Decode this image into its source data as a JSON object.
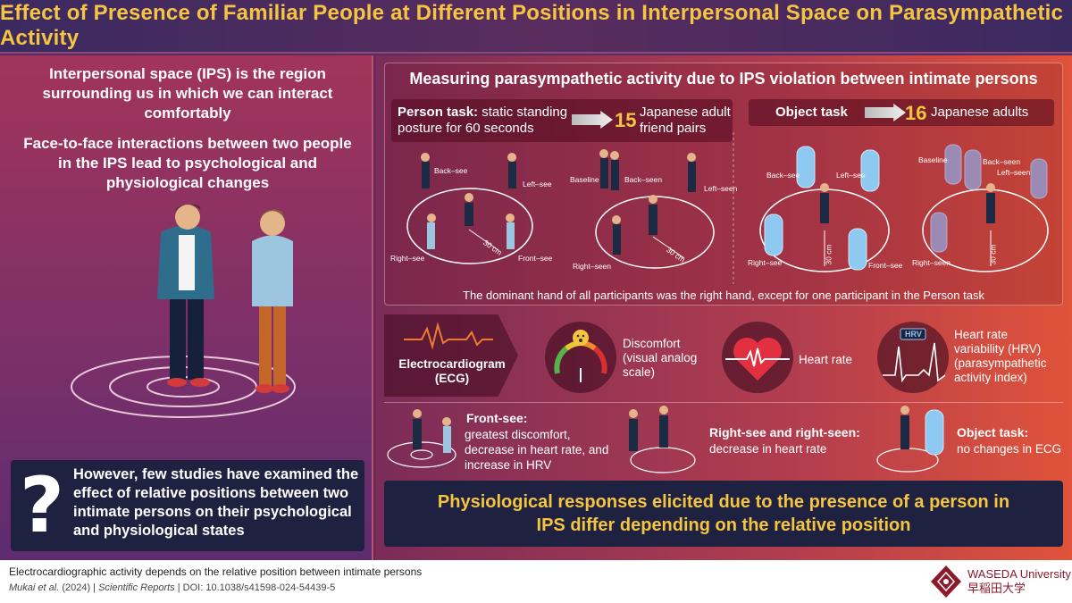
{
  "header": {
    "title": "Effect of Presence of Familiar People at Different Positions in Interpersonal Space on Parasympathetic Activity"
  },
  "left": {
    "intro_1": "Interpersonal space (IPS) is the region surrounding us in which we can interact comfortably",
    "intro_2": "Face-to-face interactions between two people in the IPS lead to psychological and physiological changes",
    "question_mark": "?",
    "question_text": "However, few studies have examined the effect of relative positions between two intimate persons on their psychological and physiological states"
  },
  "measurement": {
    "title": "Measuring parasympathetic activity due to IPS violation between intimate persons",
    "person_task_label": "Person task:",
    "person_task_desc": "static standing posture for 60 seconds",
    "person_count": "15",
    "person_participants": "Japanese adult friend pairs",
    "object_task_label": "Object task",
    "object_count": "16",
    "object_participants": "Japanese adults",
    "note": "The dominant hand of all participants was the right hand, except for one participant in the Person task",
    "diagram_labels": {
      "back_see": "Back–see",
      "left_see": "Left–see",
      "right_see": "Right–see",
      "front_see": "Front–see",
      "baseline": "Baseline",
      "back_seen": "Back–seen",
      "left_seen": "Left–seen",
      "right_seen": "Right–seen",
      "distance": "30 cm"
    }
  },
  "measures": {
    "ecg_label": "Electrocardiogram (ECG)",
    "discomfort": "Discomfort (visual analog scale)",
    "heart_rate": "Heart rate",
    "hrv_badge": "HRV",
    "hrv": "Heart rate variability (HRV) (parasympathetic activity index)"
  },
  "results": {
    "front_see_title": "Front-see:",
    "front_see_text": "greatest discomfort, decrease in heart rate, and increase in HRV",
    "right_title": "Right-see and right-seen:",
    "right_text": "decrease in heart rate",
    "object_title": "Object task:",
    "object_text": "no changes in ECG"
  },
  "conclusion": {
    "line1": "Physiological responses elicited due to the presence of a person in",
    "line2": "IPS differ depending on the relative position"
  },
  "footer": {
    "title": "Electrocardiographic activity depends on the relative position between intimate persons",
    "cite_authors": "Mukai et al.",
    "cite_year": "(2024)",
    "cite_journal": "Scientific Reports",
    "cite_doi": "DOI: 10.1038/s41598-024-54439-5",
    "university_en": "WASEDA University",
    "university_jp": "早稲田大学"
  },
  "colors": {
    "accent": "#f5c542",
    "dark_panel": "#1e2140",
    "brand": "#8b1a2b"
  }
}
